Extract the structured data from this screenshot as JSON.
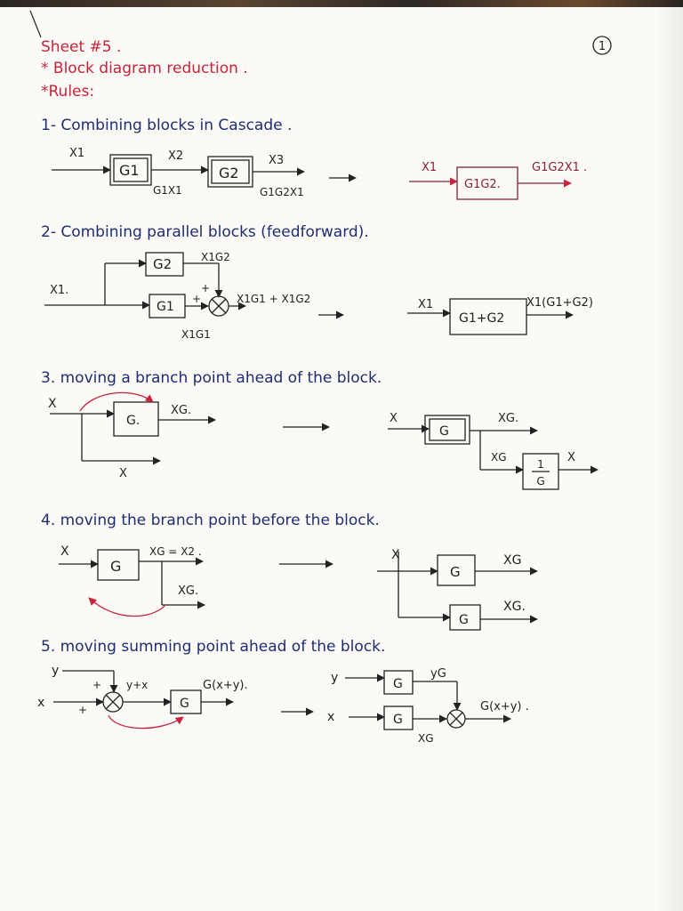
{
  "colors": {
    "red_ink": "#c8233a",
    "blue_ink": "#1f2d73",
    "black_ink": "#222222",
    "paper": "#fbfaf6"
  },
  "header": {
    "title": "Sheet #5 .",
    "subtitle": "* Block diagram reduction .",
    "rules": "*Rules:",
    "page_number": "1"
  },
  "sections": [
    {
      "heading": "1- Combining blocks in Cascade .",
      "labels": {
        "x1": "X1",
        "g1": "G1",
        "x2": "X2",
        "g1x1": "G1X1",
        "g2": "G2",
        "x3": "X3",
        "g1g2x1": "G1G2X1",
        "r_x1": "X1",
        "r_block": "G1G2.",
        "r_out": "G1G2X1 ."
      }
    },
    {
      "heading": "2- Combining parallel blocks (feedforward).",
      "labels": {
        "g2": "G2",
        "x1g2": "X1G2",
        "x1": "X1.",
        "g1": "G1",
        "plus_top": "+",
        "plus_left": "+",
        "sum_out": "X1G1 + X1G2",
        "x1g1": "X1G1",
        "r_x1": "X1",
        "r_block": "G1+G2",
        "r_out": "X1(G1+G2)"
      }
    },
    {
      "heading": "3. moving a branch point ahead of the block.",
      "labels": {
        "x": "X",
        "g": "G.",
        "xg": "XG.",
        "x_bottom": "X",
        "r_x": "X",
        "r_g": "G",
        "r_xg": "XG.",
        "r_xg2": "XG",
        "r_inv_num": "1",
        "r_inv_den": "G",
        "r_out": "X"
      }
    },
    {
      "heading": "4. moving the branch point before the block.",
      "labels": {
        "x": "X",
        "g": "G",
        "xg_eq": "XG = X2 .",
        "xg": "XG.",
        "r_x": "X",
        "r_g1": "G",
        "r_xg1": "XG",
        "r_g2": "G",
        "r_xg2": "XG."
      }
    },
    {
      "heading": "5. moving summing point ahead of the block.",
      "labels": {
        "y": "y",
        "x": "x",
        "plus_top": "+",
        "plus_left": "+",
        "ypx": "y+x",
        "g": "G",
        "out": "G(x+y).",
        "r_y": "y",
        "r_gy": "G",
        "r_yg": "yG",
        "r_x": "x",
        "r_gx": "G",
        "r_xg": "XG",
        "r_out": "G(x+y) ."
      }
    }
  ]
}
